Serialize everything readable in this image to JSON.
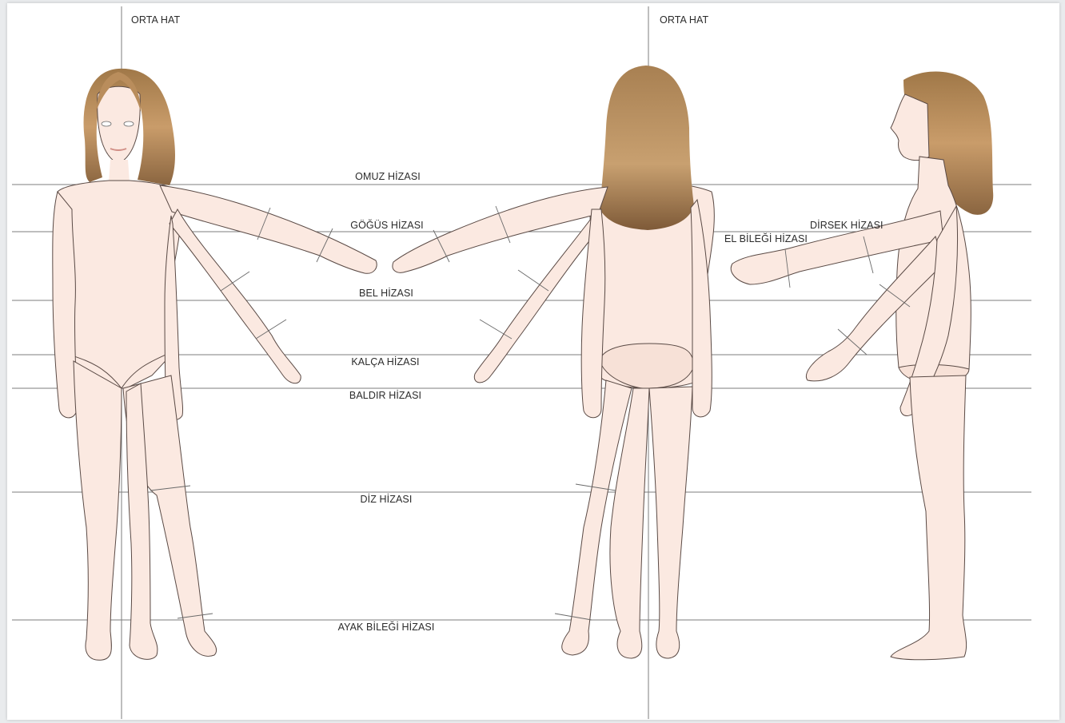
{
  "center_line_label": "ORTA HAT",
  "levels": {
    "shoulder": "OMUZ HİZASI",
    "chest": "GÖĞÜS HİZASI",
    "waist": "BEL HİZASI",
    "hip": "KALÇA HİZASI",
    "calf": "BALDIR HİZASI",
    "knee": "DİZ HİZASI",
    "ankle": "AYAK BİLEĞİ HİZASI"
  },
  "side_labels": {
    "elbow": "DİRSEK HİZASI",
    "wrist": "EL BİLEĞİ HİZASI"
  },
  "colors": {
    "skin": "#fbe9e1",
    "skin_shade": "#f2c9b8",
    "outline": "#5a4a45",
    "hair": "#b98d5c",
    "hair_dark": "#7a5536",
    "guide_line": "#7d7d7d",
    "text": "#2b2b2b"
  }
}
